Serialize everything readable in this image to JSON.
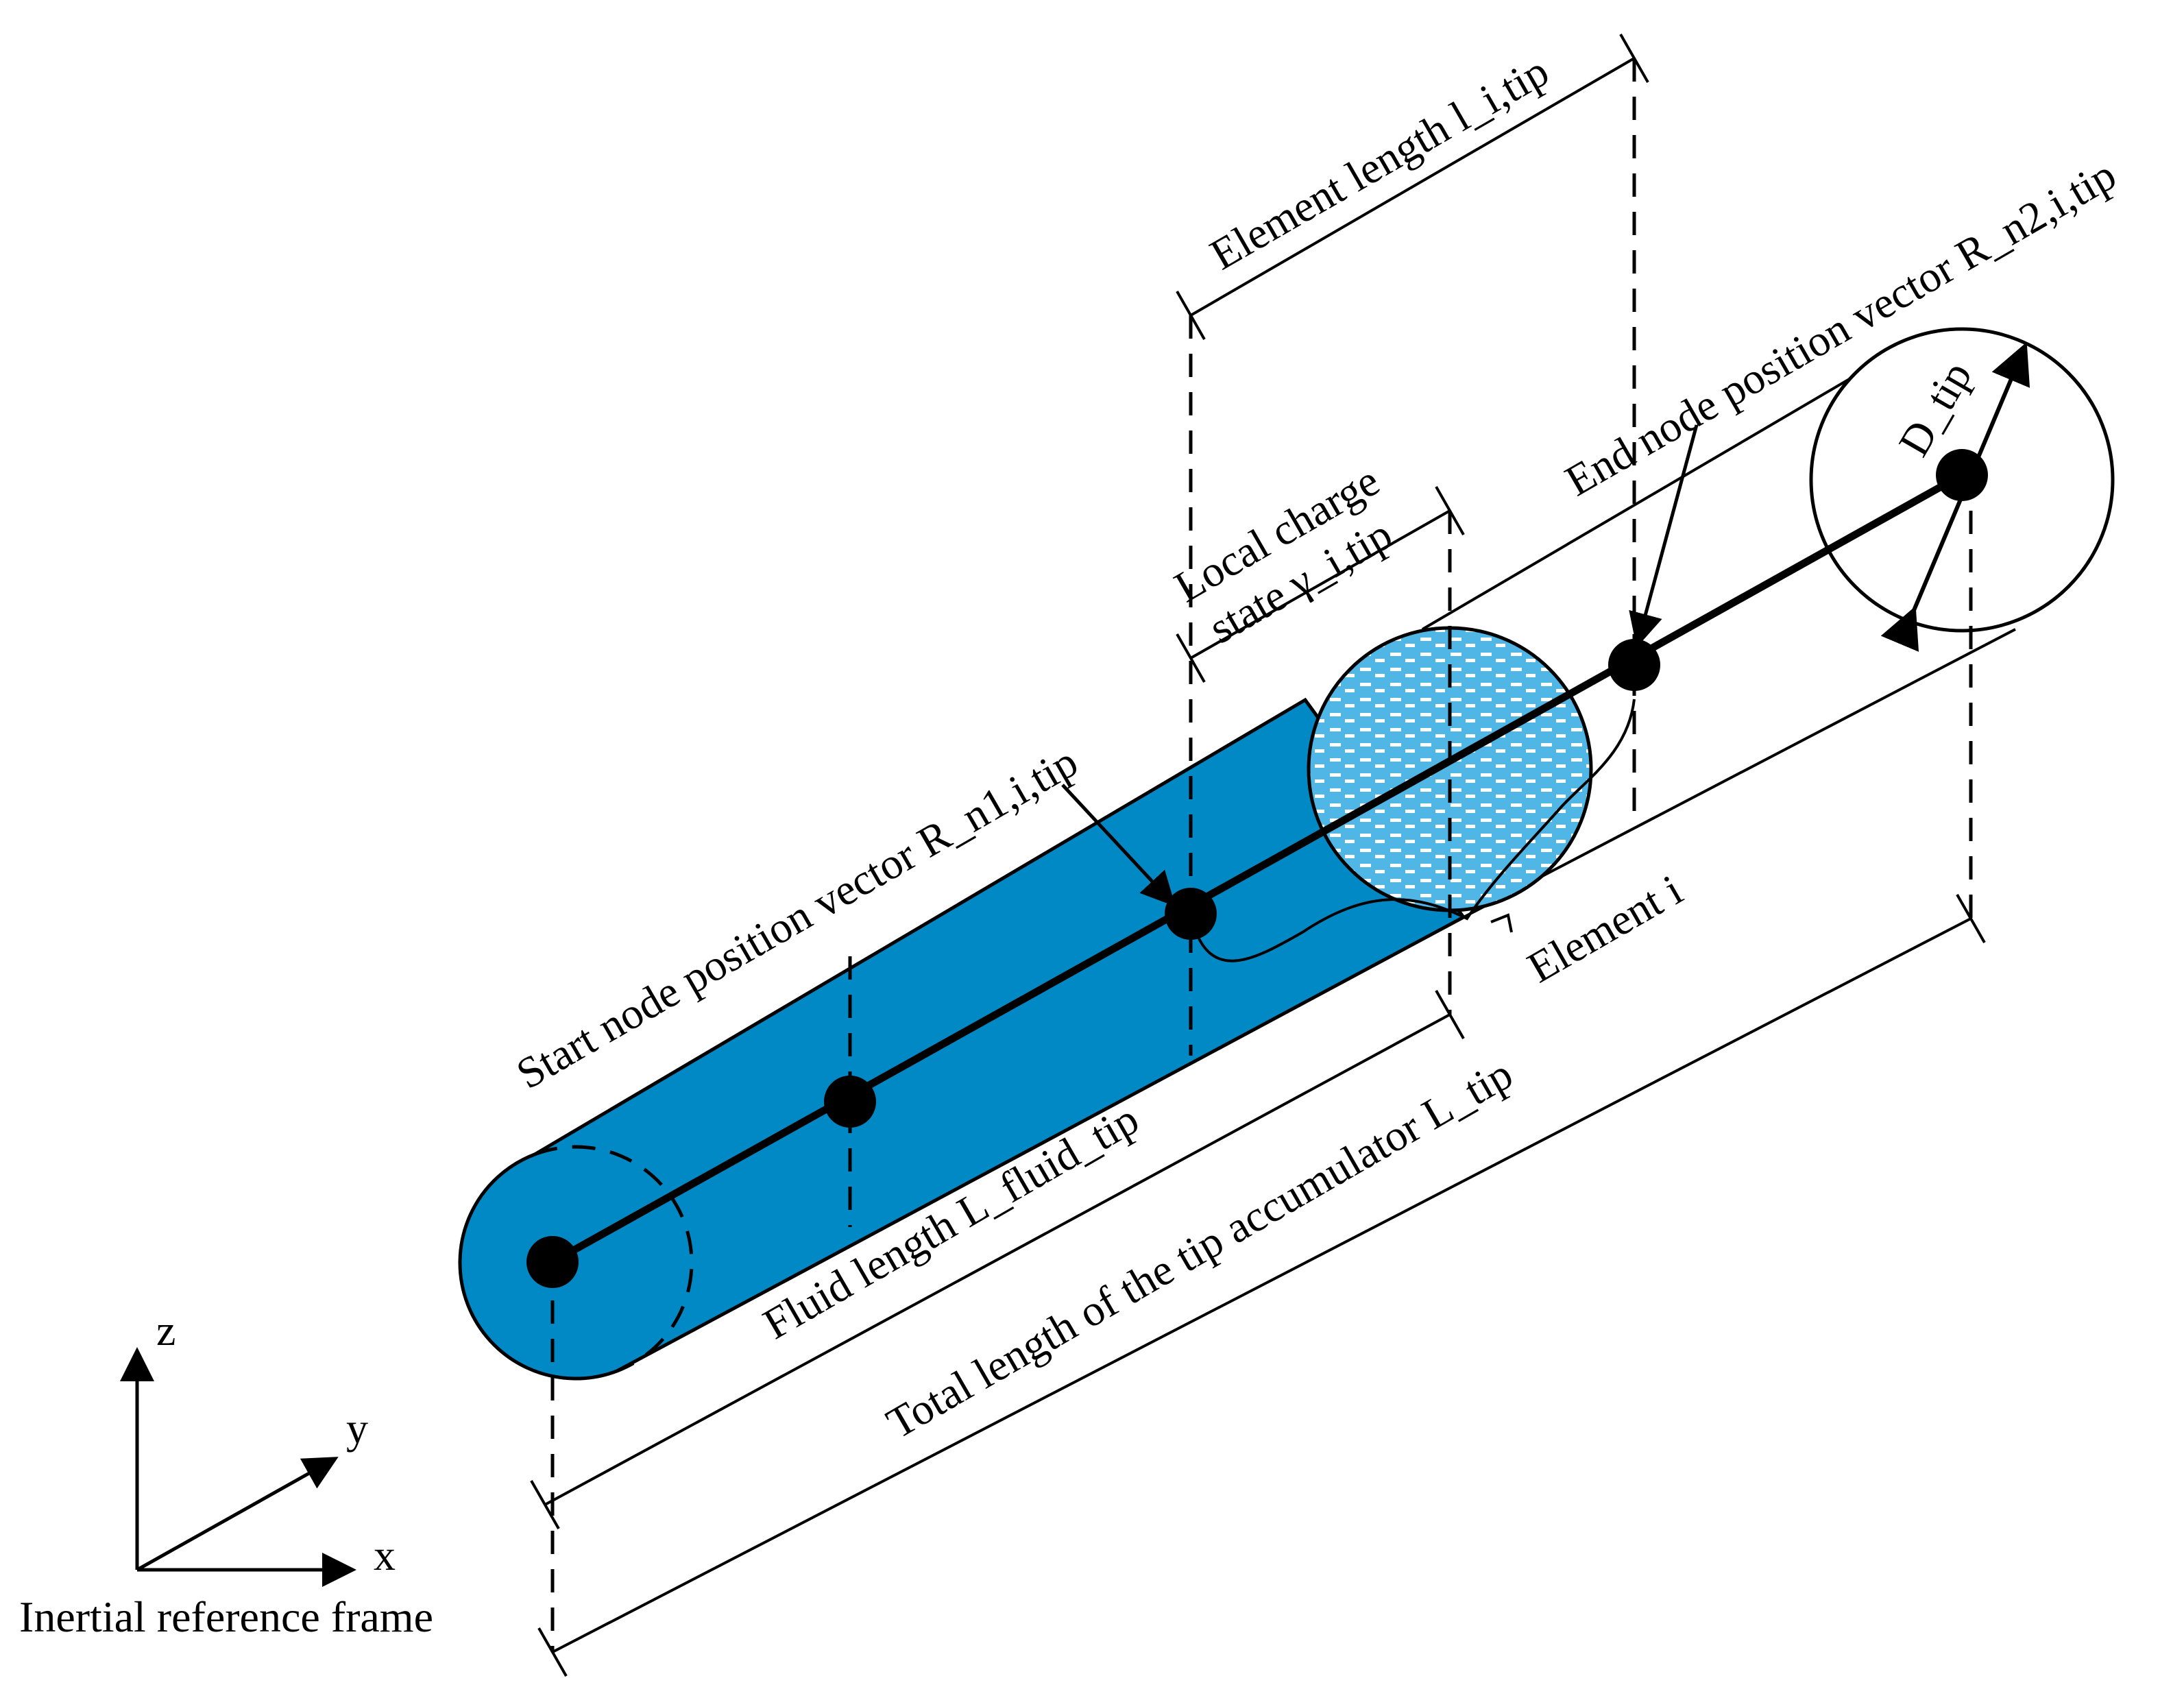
{
  "colors": {
    "fluid": "#0089c4",
    "element_pattern_base": "#4fb6e6",
    "element_pattern_dash": "#ffffff",
    "line": "#000000",
    "background": "#ffffff"
  },
  "labels": {
    "element_length": "Element length l_i,tip",
    "end_node_vector": "End node position vector R_n2,i,tip",
    "local_charge_line1": "Local charge",
    "local_charge_line2": "state γ_i,tip",
    "start_node_vector": "Start node position vector R_n1,i,tip",
    "diameter": "D_tip",
    "element_i": "Element i",
    "fluid_length": "Fluid length L_fluid_tip",
    "total_length": "Total length of the tip accumulator L_tip"
  },
  "axes": {
    "z": "z",
    "y": "y",
    "x": "x",
    "frame_caption": "Inertial reference frame"
  }
}
